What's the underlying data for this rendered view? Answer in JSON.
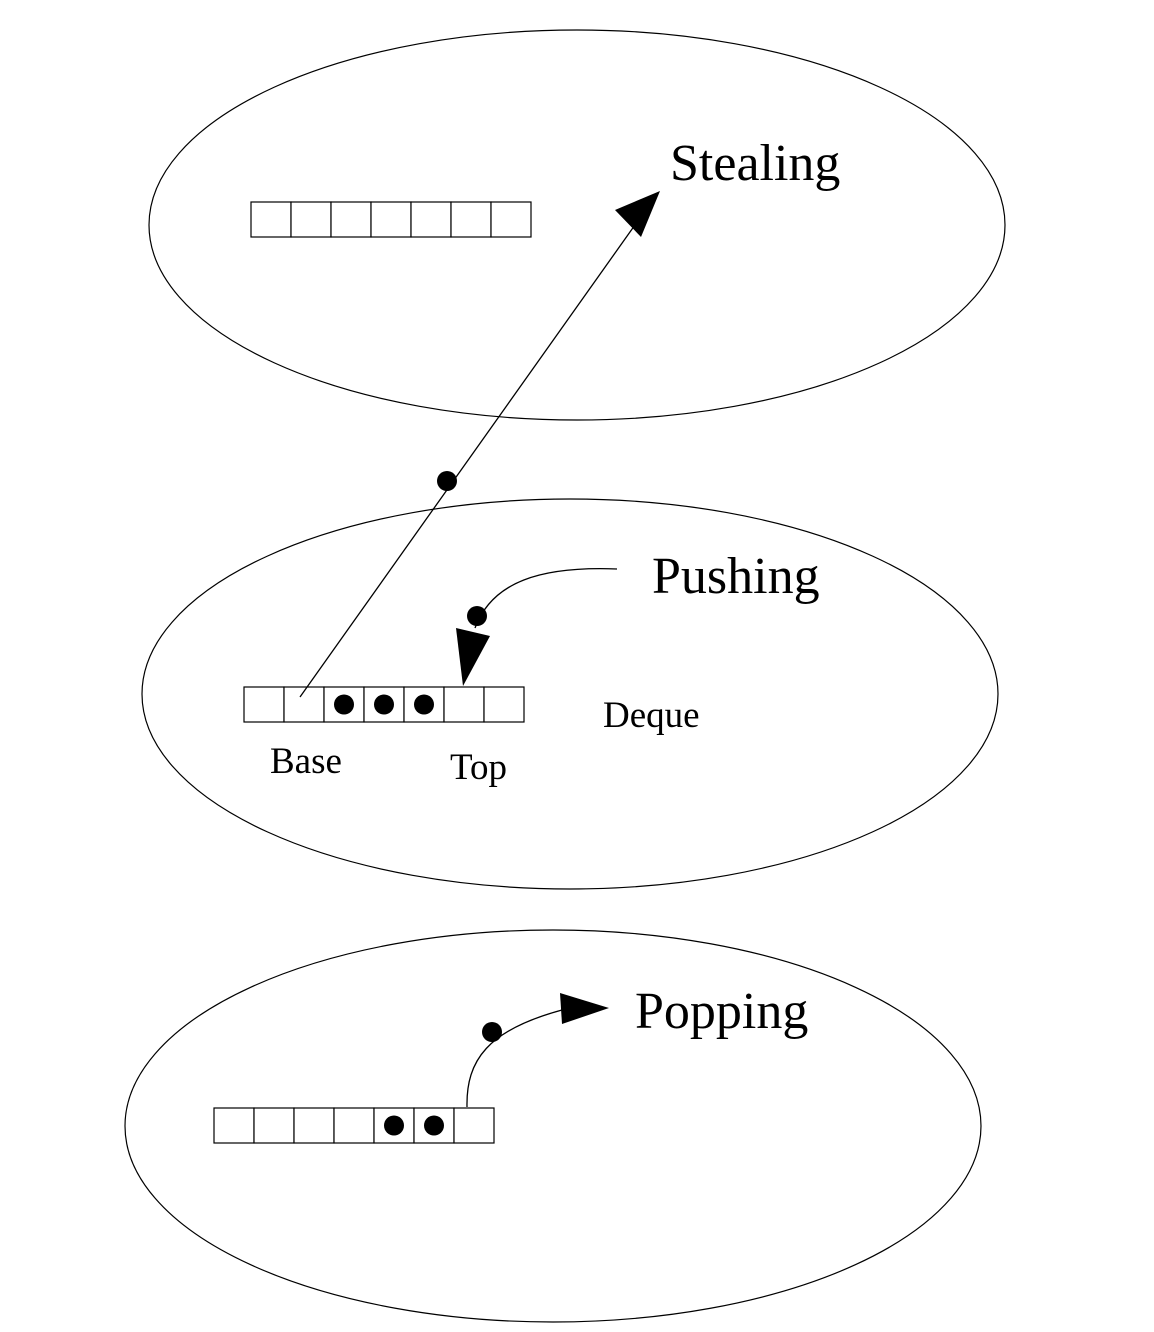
{
  "labels": {
    "stealing": "Stealing",
    "pushing": "Pushing",
    "popping": "Popping",
    "deque": "Deque",
    "base": "Base",
    "top": "Top"
  },
  "deques": {
    "stealing": {
      "cells": 7,
      "filled": []
    },
    "pushing": {
      "cells": 7,
      "filled": [
        2,
        3,
        4
      ]
    },
    "popping": {
      "cells": 7,
      "filled": [
        4,
        5
      ]
    }
  }
}
